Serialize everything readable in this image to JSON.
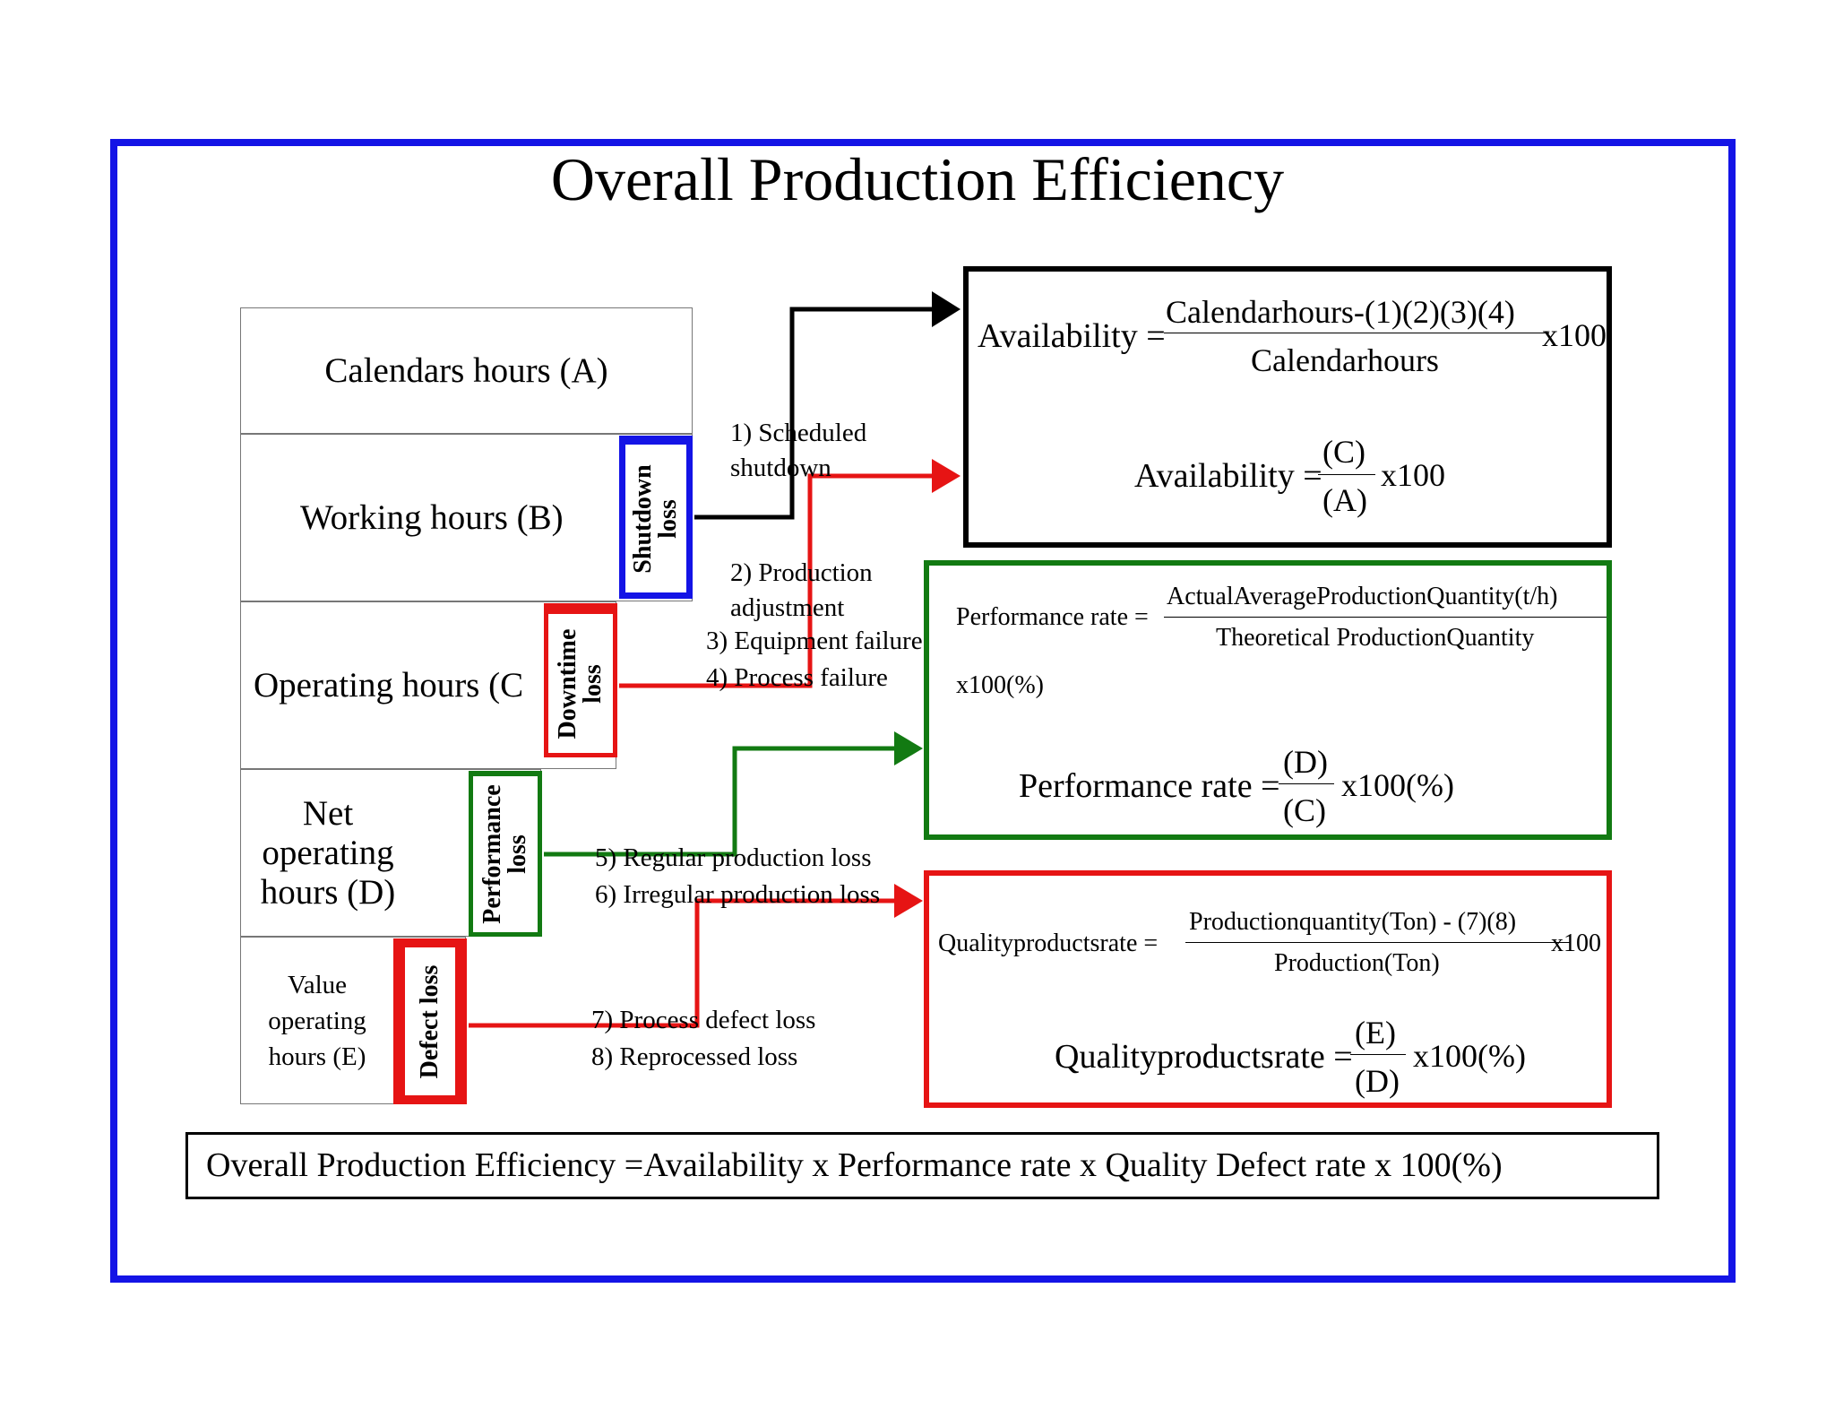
{
  "title": "Overall Production Efficiency",
  "hours": [
    {
      "label": "Calendars hours (A)"
    },
    {
      "label": "Working hours (B)"
    },
    {
      "label": "Operating hours (C"
    },
    {
      "label_lines": [
        "Net",
        "operating",
        "hours (D)"
      ]
    },
    {
      "label_lines": [
        "Value",
        "operating",
        "hours (E)"
      ]
    }
  ],
  "losses": {
    "shutdown": {
      "label_lines": [
        "Shutdown",
        "loss"
      ],
      "color": "#1414e6"
    },
    "downtime": {
      "label_lines": [
        "Downtime",
        "loss"
      ],
      "color": "#e61414"
    },
    "performance": {
      "label_lines": [
        "Performance",
        "loss"
      ],
      "color": "#127a12"
    },
    "defect": {
      "label": "Defect loss",
      "color": "#e61414"
    }
  },
  "loss_items": {
    "group1": [
      "1) Scheduled",
      "shutdown",
      "2) Production",
      "adjustment"
    ],
    "group2": [
      "3) Equipment failure",
      "4) Process failure"
    ],
    "group3": [
      "5) Regular production loss",
      "6) Irregular production loss"
    ],
    "group4": [
      "7) Process defect loss",
      "8) Reprocessed loss"
    ]
  },
  "formulas": {
    "availability": {
      "f1": {
        "lhs": "Availability =",
        "num": "Calendarhours-(1)(2)(3)(4)",
        "den": "Calendarhours",
        "suffix": "x100"
      },
      "f2": {
        "lhs": "Availability =",
        "num": "(C)",
        "den": "(A)",
        "suffix": "x100"
      },
      "border": "#000000"
    },
    "performance": {
      "f1": {
        "lhs": "Performance rate =",
        "num": "ActualAverageProductionQuantity(t/h)",
        "den": "Theoretical ProductionQuantity",
        "suffix": "x100(%)"
      },
      "f2": {
        "lhs": "Performance rate =",
        "num": "(D)",
        "den": "(C)",
        "suffix": "x100(%)"
      },
      "border": "#127a12"
    },
    "quality": {
      "f1": {
        "lhs": "Qualityproductsrate =",
        "num": "Productionquantity(Ton) - (7)(8)",
        "den": "Production(Ton)",
        "suffix": "x100"
      },
      "f2": {
        "lhs": "Qualityproductsrate =",
        "num": "(E)",
        "den": "(D)",
        "suffix": "x100(%)"
      },
      "border": "#e61414"
    }
  },
  "summary": "Overall Production Efficiency =Availability  x Performance rate x Quality Defect rate x 100(%)",
  "colors": {
    "frame": "#1414e6",
    "blue": "#1414e6",
    "red": "#e61414",
    "green": "#127a12",
    "black": "#000000"
  }
}
